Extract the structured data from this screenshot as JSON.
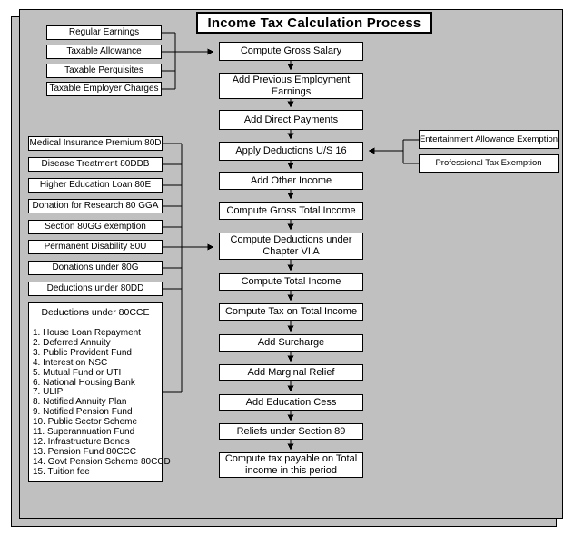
{
  "title": "Income Tax Calculation Process",
  "colors": {
    "panel": "#c0c0c0",
    "box_bg": "#ffffff",
    "line": "#000000"
  },
  "salary_inputs": {
    "items": [
      "Regular Earnings",
      "Taxable Allowance",
      "Taxable Perquisites",
      "Taxable Employer Charges"
    ]
  },
  "flow": {
    "steps": [
      "Compute Gross Salary",
      "Add Previous Employment Earnings",
      "Add Direct Payments",
      "Apply Deductions U/S 16",
      "Add Other Income",
      "Compute Gross Total Income",
      "Compute Deductions under Chapter VI A",
      "Compute Total Income",
      "Compute Tax on Total Income",
      "Add Surcharge",
      "Add Marginal Relief",
      "Add Education Cess",
      "Reliefs under Section 89",
      "Compute tax payable on Total income in this period"
    ]
  },
  "exemptions": {
    "items": [
      "Entertainment Allowance Exemption",
      "Professional Tax Exemption"
    ]
  },
  "chapter_via_deductions": {
    "items": [
      "Medical Insurance Premium 80D",
      "Disease Treatment 80DDB",
      "Higher Education Loan 80E",
      "Donation for Research 80 GGA",
      "Section  80GG exemption",
      "Permanent Disability 80U",
      "Donations under 80G",
      "Deductions under 80DD"
    ]
  },
  "cce": {
    "header": "Deductions under 80CCE",
    "items": [
      "1. House Loan Repayment",
      "2. Deferred Annuity",
      "3. Public Provident Fund",
      "4. Interest on NSC",
      "5. Mutual Fund or UTI",
      "6. National Housing Bank",
      "7. ULIP",
      "8. Notified Annuity Plan",
      "9. Notified Pension Fund",
      "10. Public Sector Scheme",
      "11. Superannuation Fund",
      "12. Infrastructure Bonds",
      "13. Pension Fund 80CCC",
      "14. Govt Pension Scheme 80CCD",
      "15. Tuition fee"
    ]
  }
}
